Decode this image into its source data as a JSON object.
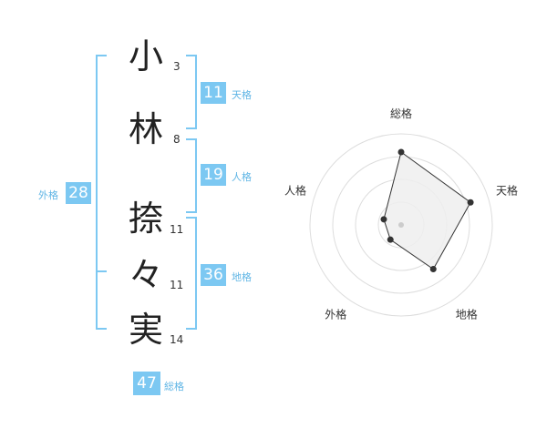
{
  "characters": [
    {
      "char": "小",
      "strokes": "3"
    },
    {
      "char": "林",
      "strokes": "8"
    },
    {
      "char": "捺",
      "strokes": "11"
    },
    {
      "char": "々",
      "strokes": "11"
    },
    {
      "char": "実",
      "strokes": "14"
    }
  ],
  "scores": {
    "tenkaku": {
      "value": "11",
      "label": "天格"
    },
    "jinkaku": {
      "value": "19",
      "label": "人格"
    },
    "chikaku": {
      "value": "36",
      "label": "地格"
    },
    "gaikaku": {
      "value": "28",
      "label": "外格"
    },
    "soukaku": {
      "value": "47",
      "label": "総格"
    }
  },
  "colors": {
    "accent": "#7cc8f2",
    "label": "#5fb5e5"
  },
  "chart_data": {
    "type": "radar",
    "axes": [
      "総格",
      "天格",
      "地格",
      "外格",
      "人格"
    ],
    "values": [
      4,
      4,
      3,
      1,
      1
    ],
    "rmax": 5,
    "rings": 4,
    "grid": true
  }
}
